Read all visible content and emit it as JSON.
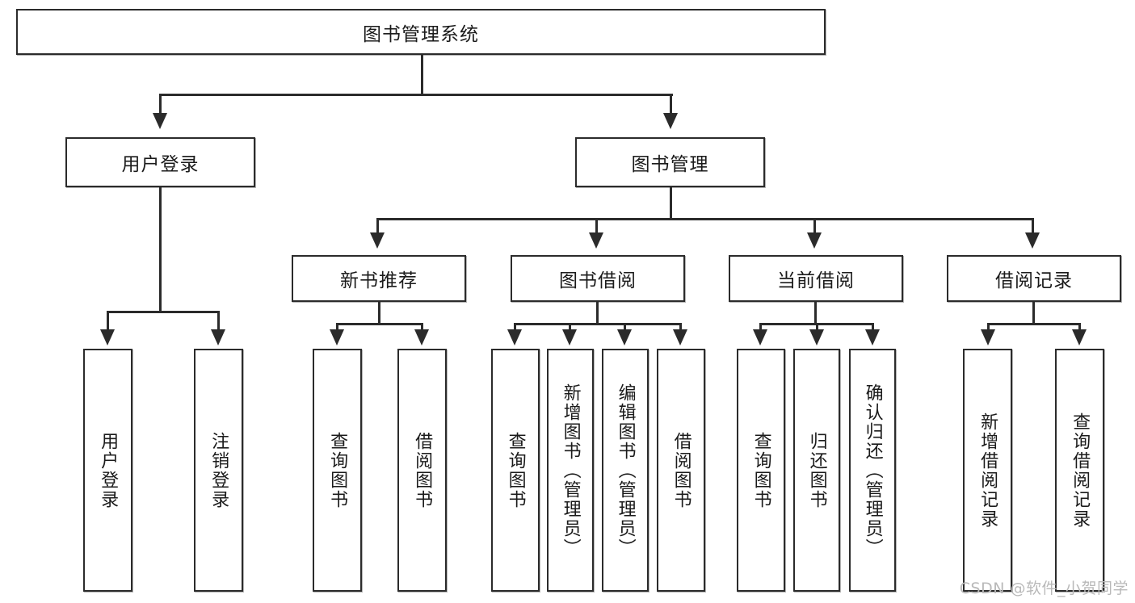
{
  "diagram": {
    "type": "tree-hierarchy-functional-decomposition",
    "root": {
      "id": "root",
      "label": "图书管理系统"
    },
    "level2": [
      {
        "id": "user-login",
        "label": "用户登录"
      },
      {
        "id": "book-manage",
        "label": "图书管理"
      }
    ],
    "level3": [
      {
        "id": "new-book-recommend",
        "label": "新书推荐"
      },
      {
        "id": "book-borrow",
        "label": "图书借阅"
      },
      {
        "id": "current-borrow",
        "label": "当前借阅"
      },
      {
        "id": "borrow-record",
        "label": "借阅记录"
      }
    ],
    "leaves": {
      "user_login": [
        {
          "id": "leaf-user-login",
          "label": "用户登录"
        },
        {
          "id": "leaf-logout-login",
          "label": "注销登录"
        }
      ],
      "new_book_recommend": [
        {
          "id": "leaf-query-book-1",
          "label": "查询图书"
        },
        {
          "id": "leaf-borrow-book-1",
          "label": "借阅图书"
        }
      ],
      "book_borrow": [
        {
          "id": "leaf-query-book-2",
          "label": "查询图书"
        },
        {
          "id": "leaf-add-book",
          "label": "新增图书（管理员）"
        },
        {
          "id": "leaf-edit-book",
          "label": "编辑图书（管理员）"
        },
        {
          "id": "leaf-borrow-book-2",
          "label": "借阅图书"
        }
      ],
      "current_borrow": [
        {
          "id": "leaf-query-book-3",
          "label": "查询图书"
        },
        {
          "id": "leaf-return-book",
          "label": "归还图书"
        },
        {
          "id": "leaf-confirm-return",
          "label": "确认归还（管理员）"
        }
      ],
      "borrow_record": [
        {
          "id": "leaf-add-borrow-record",
          "label": "新增借阅记录"
        },
        {
          "id": "leaf-query-borrow-record",
          "label": "查询借阅记录"
        }
      ]
    }
  },
  "watermark": {
    "text": "CSDN @软件_小贺同学"
  },
  "colors": {
    "stroke": "#2b2b2b",
    "fill": "#ffffff",
    "text": "#1b1b1b",
    "watermark": "#b9b9b9"
  }
}
